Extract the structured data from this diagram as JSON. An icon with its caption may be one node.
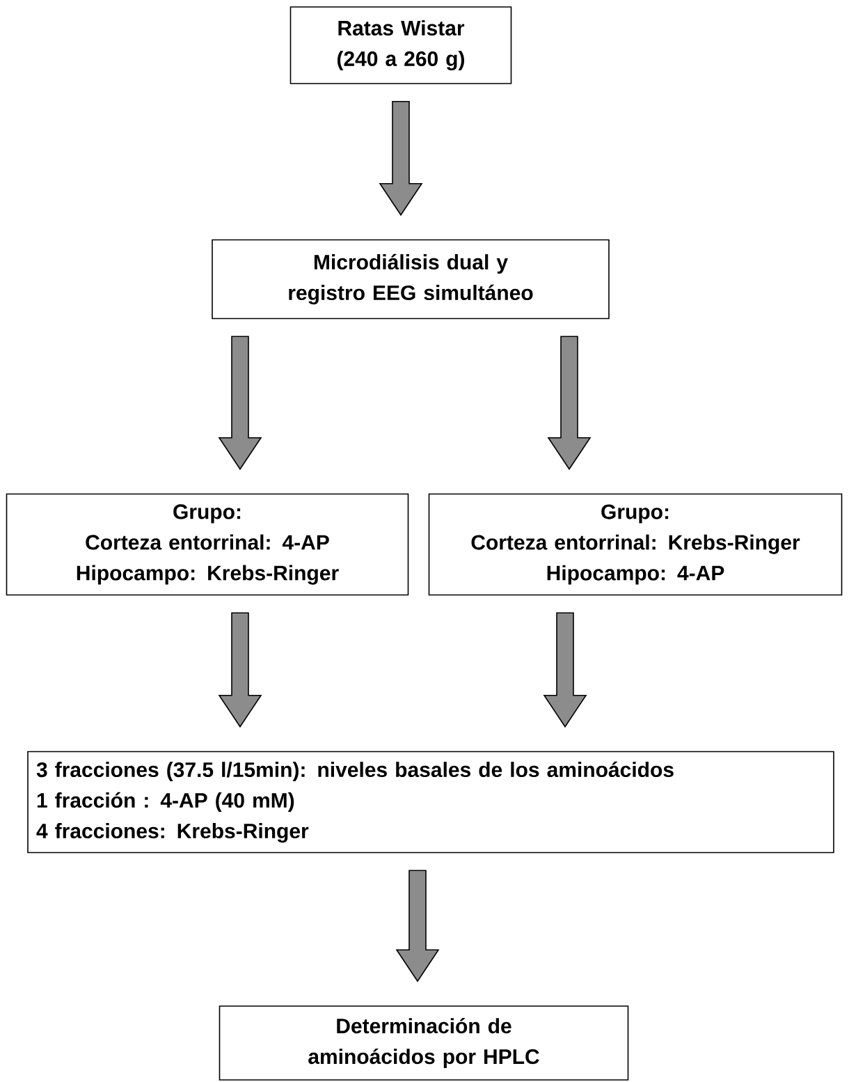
{
  "diagram": {
    "nodes": [
      {
        "text": [
          "Ratas Wistar (240 a 260 g)"
        ]
      },
      {
        "text": [
          "Microdiálisis dual y registro EEG simultáneo"
        ]
      },
      {
        "text": [
          "Grupo:",
          "Corteza entorrinal: 4-AP",
          "Hipocampo: Krebs-Ringer"
        ]
      },
      {
        "text": [
          "Grupo:",
          "Corteza entorrinal: Krebs-Ringer",
          "Hipocampo: 4-AP"
        ]
      },
      {
        "text": [
          "3 fracciones (37.5 l/15min): niveles basales de los aminoácidos",
          "1 fracción : 4-AP (40 mM)",
          "4 fracciones: Krebs-Ringer"
        ]
      },
      {
        "text": [
          "Determinación de aminoácidos por HPLC"
        ]
      }
    ],
    "edges": [
      {
        "from": 0,
        "to": 1,
        "arrow": "to"
      },
      {
        "from": 1,
        "to": 2,
        "arrow": "to"
      },
      {
        "from": 1,
        "to": 3,
        "arrow": "to"
      },
      {
        "from": 2,
        "to": 4,
        "arrow": "to"
      },
      {
        "from": 3,
        "to": 4,
        "arrow": "to"
      },
      {
        "from": 4,
        "to": 5,
        "arrow": "to"
      }
    ]
  }
}
